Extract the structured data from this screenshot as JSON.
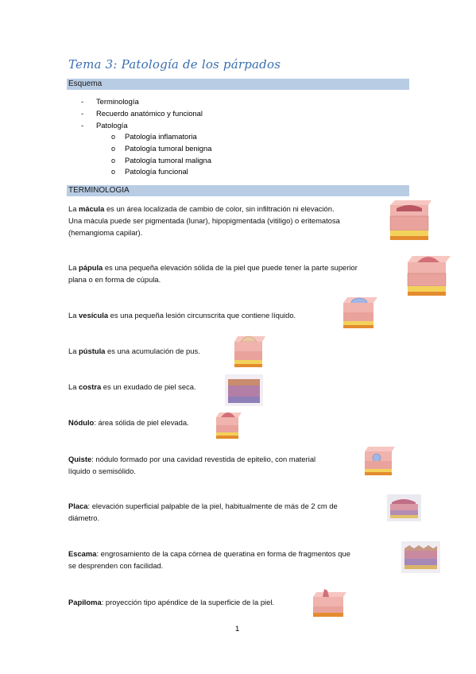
{
  "title": "Tema 3: Patología de los párpados",
  "sections": {
    "esquema": "Esquema",
    "terminologia": "TERMINOLOGIA"
  },
  "outline": {
    "items": [
      "Terminología",
      "Recuerdo anatómico y funcional",
      "Patología"
    ],
    "bullet": "o",
    "dash": "-",
    "sub_items": [
      "Patología inflamatoria",
      "Patología tumoral benigna",
      "Patología tumoral maligna",
      "Patología funcional"
    ]
  },
  "terms": [
    {
      "term": "mácula",
      "prefix": "La ",
      "l1": " es un área localizada de cambio de color, sin infiltración ni elevación.",
      "l2": "Una mácula puede ser pigmentada (lunar), hipopigmentada (vitiligo) o eritematosa",
      "l3": "(hemangioma capilar)."
    },
    {
      "term": "pápula",
      "prefix": "La ",
      "l1": " es una pequeña elevación sólida de la piel que puede tener la parte superior",
      "l2": "plana o en forma de cúpula."
    },
    {
      "term": "vesícula",
      "prefix": "La ",
      "l1": " es una pequeña lesión circunscrita que contiene líquido."
    },
    {
      "term": "pústula",
      "prefix": "La ",
      "l1": " es una acumulación de pus."
    },
    {
      "term": "costra",
      "prefix": "La ",
      "l1": " es un exudado de piel seca."
    },
    {
      "term": "Nódulo",
      "prefix": "",
      "l1": ": área sólida de piel elevada."
    },
    {
      "term": "Quiste",
      "prefix": "",
      "l1": ": nódulo formado por una cavidad revestida de epitelio, con material",
      "l2": "líquido o semisólido."
    },
    {
      "term": "Placa",
      "prefix": "",
      "l1": ": elevación superficial palpable de la piel, habitualmente de más de 2 cm de",
      "l2": "diámetro."
    },
    {
      "term": "Escama",
      "prefix": "",
      "l1": ": engrosamiento de la capa córnea de queratina en forma de fragmentos que",
      "l2": "se desprenden con facilidad."
    },
    {
      "term": "Papiloma",
      "prefix": "",
      "l1": ": proyección tipo apéndice de la superficie de la piel."
    }
  ],
  "page_number": "1",
  "colors": {
    "title": "#3a6fb0",
    "band": "#b8cce4"
  }
}
